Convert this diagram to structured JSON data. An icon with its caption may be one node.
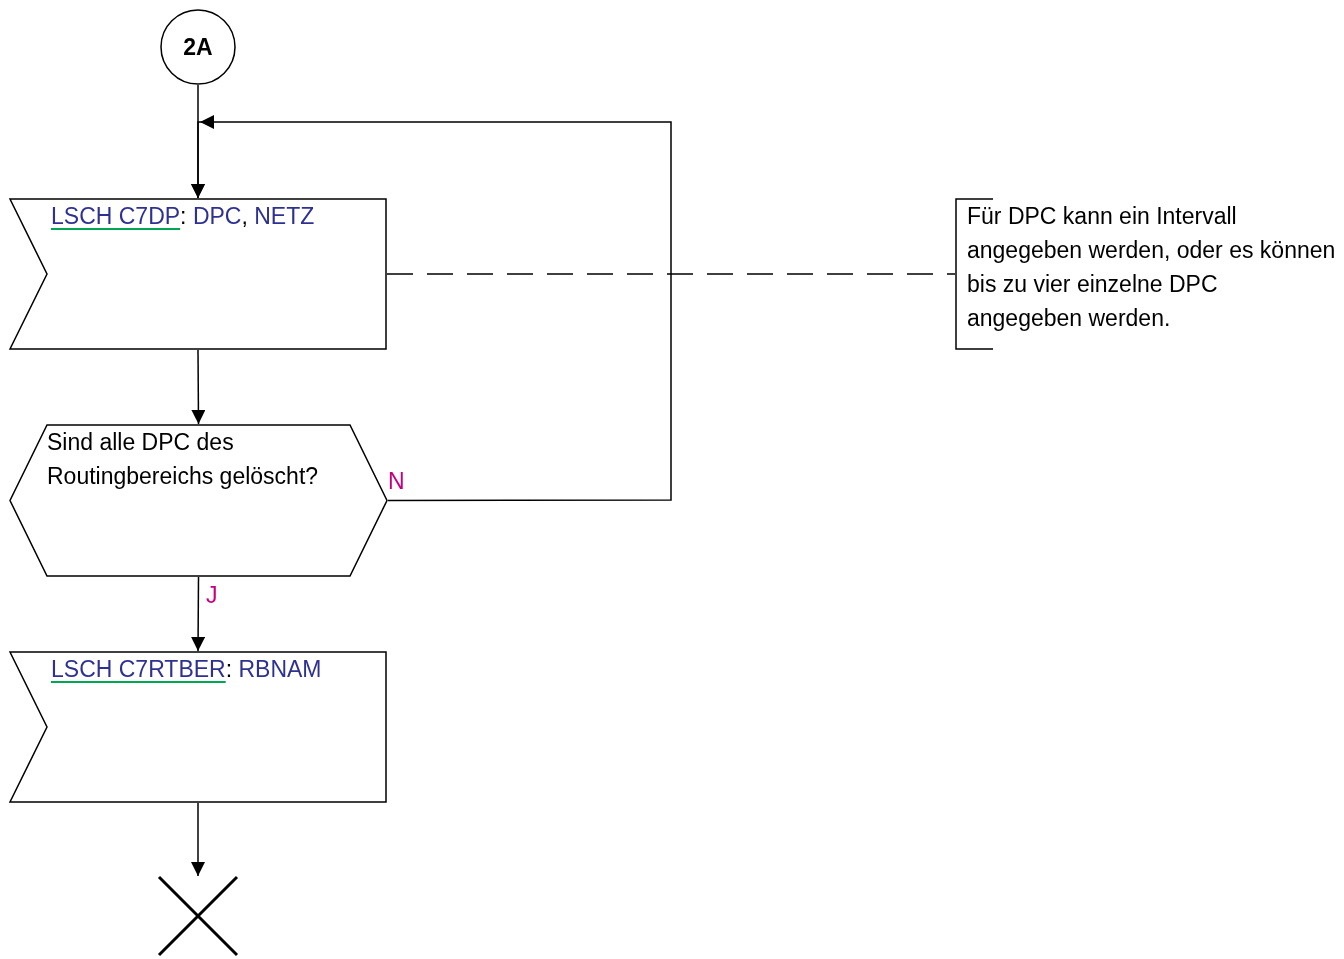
{
  "diagram": {
    "nodes": [
      {
        "text": [
          "2A"
        ]
      },
      {
        "text": [
          "LSCH C7DP: DPC, NETZ"
        ]
      },
      {
        "text": [
          "Sind alle DPC des Routingbereichs gelöscht?"
        ]
      },
      {
        "text": [
          "LSCH C7RTBER: RBNAM"
        ]
      },
      {
        "text": [],
        "shape": "cross"
      },
      {
        "text": [
          "Für DPC kann ein Intervall angegeben werden, oder es können bis zu vier einzelne DPC angegeben werden."
        ]
      }
    ],
    "edges": [
      {
        "from": 0,
        "to": 1,
        "arrow": "to"
      },
      {
        "from": 1,
        "to": 2,
        "arrow": "to"
      },
      {
        "from": 2,
        "to": 3,
        "arrow": "to",
        "label": "J"
      },
      {
        "from": 3,
        "to": 4,
        "arrow": "to"
      },
      {
        "from": 2,
        "to": 1,
        "arrow": "to",
        "label": "N"
      },
      {
        "from": 1,
        "to": 5,
        "arrow": "none",
        "style": "dashed"
      }
    ]
  }
}
